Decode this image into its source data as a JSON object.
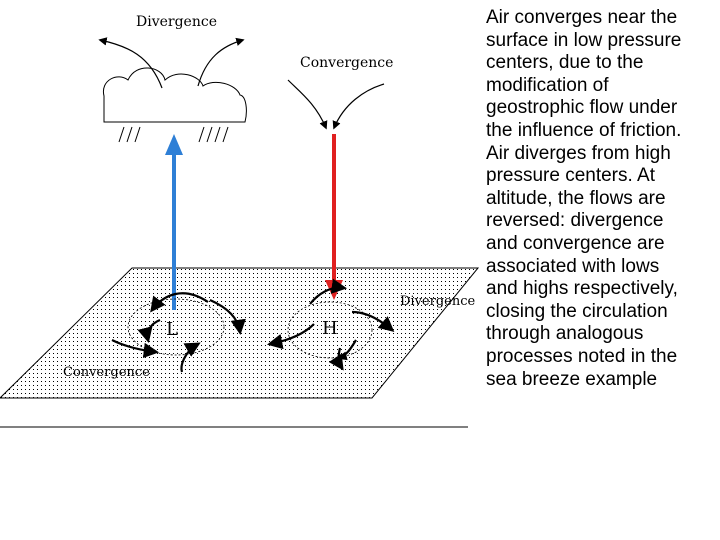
{
  "diagram": {
    "labels": {
      "top_divergence": "Divergence",
      "top_convergence": "Convergence",
      "low_symbol": "L",
      "high_symbol": "H",
      "surface_divergence": "Divergence",
      "surface_convergence": "Convergence"
    },
    "colors": {
      "rising_arrow": "#2e7fd6",
      "sinking_arrow": "#e02020",
      "stipple": "#000000",
      "background": "#ffffff"
    },
    "caption": " Air converges near the\nsurface in low pressure\ncenters, due to the\nmodification of\ngeostrophic flow under\nthe influence of friction.\nAir diverges from high\npressure centers. At\naltitude, the flows are\nreversed: divergence\nand convergence are\nassociated with lows\nand highs respectively,\nclosing the circulation\nthrough analogous\nprocesses noted in the\nsea breeze example"
  }
}
